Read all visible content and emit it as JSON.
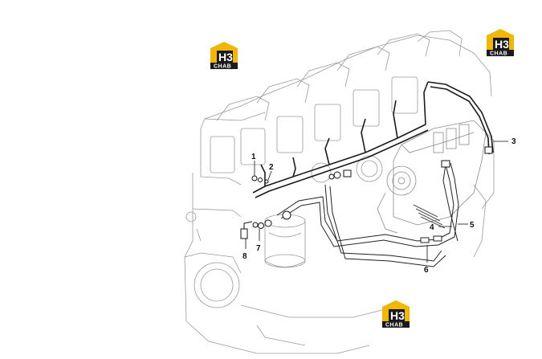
{
  "watermark": {
    "letters": "H3",
    "brand": "CHAB",
    "accent_color": "#f2b705",
    "dark_color": "#1a1a1a"
  },
  "callouts": [
    "1",
    "2",
    "3",
    "4",
    "5",
    "6",
    "7",
    "8"
  ]
}
